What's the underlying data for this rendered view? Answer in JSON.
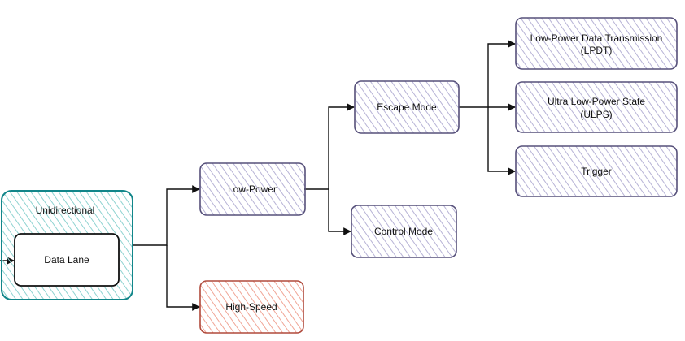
{
  "nodes": {
    "unidirectional": {
      "label": "Unidirectional",
      "color": "#12868a",
      "fill": "#8fd3d1"
    },
    "data_lane": {
      "label": "Data Lane",
      "color": "#111111",
      "fill": "#ffffff"
    },
    "low_power": {
      "label": "Low-Power",
      "color": "#56507a",
      "fill": "#b7b3d6"
    },
    "high_speed": {
      "label": "High-Speed",
      "color": "#b04a3c",
      "fill": "#f0a596"
    },
    "escape_mode": {
      "label": "Escape Mode",
      "color": "#56507a",
      "fill": "#b7b3d6"
    },
    "control_mode": {
      "label": "Control Mode",
      "color": "#56507a",
      "fill": "#b7b3d6"
    },
    "lpdt": {
      "label_line1": "Low-Power Data Transmission",
      "label_line2": "(LPDT)",
      "color": "#56507a",
      "fill": "#b7b3d6"
    },
    "ulps": {
      "label_line1": "Ultra Low-Power State",
      "label_line2": "(ULPS)",
      "color": "#56507a",
      "fill": "#b7b3d6"
    },
    "trigger": {
      "label": "Trigger",
      "color": "#56507a",
      "fill": "#b7b3d6"
    }
  },
  "connector_color": "#111111"
}
